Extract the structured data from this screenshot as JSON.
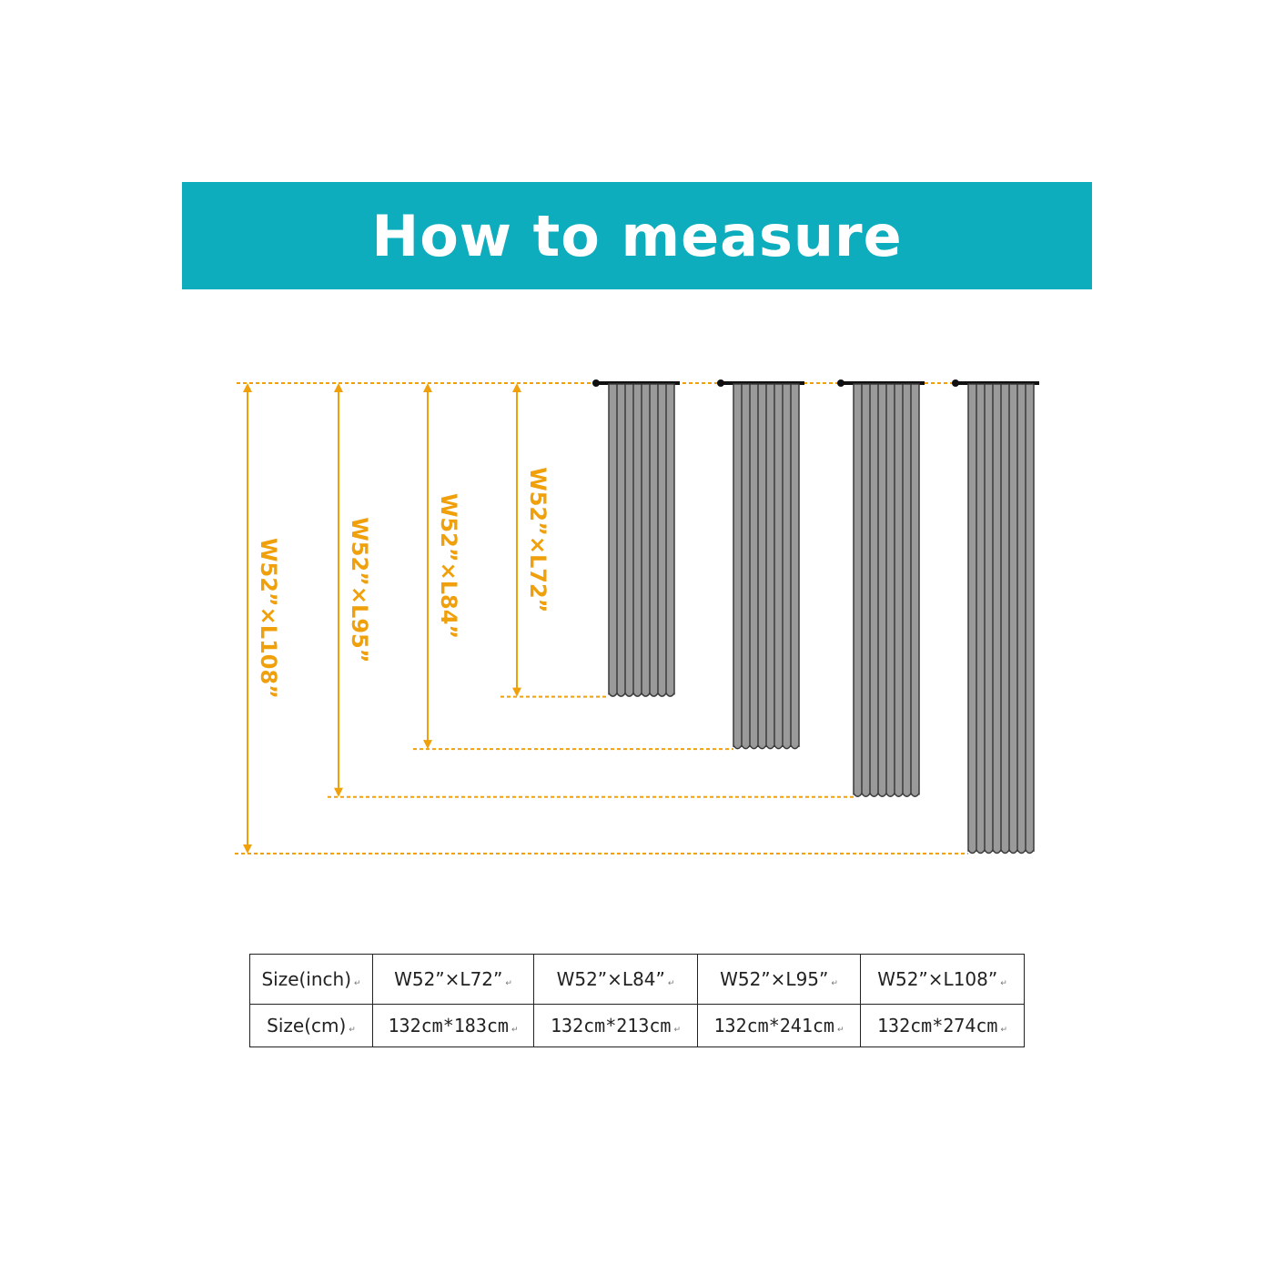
{
  "title": "How to measure",
  "colors": {
    "banner": "#0eadbe",
    "accent": "#f0a00a",
    "curtain": "#9a9a9a",
    "curtain_outline": "#3a3a3a",
    "rod": "#111111"
  },
  "curtains": [
    {
      "label": "W52”×L72”",
      "length_in": 72
    },
    {
      "label": "W52”×L84”",
      "length_in": 84
    },
    {
      "label": "W52”×L95”",
      "length_in": 95
    },
    {
      "label": "W52”×L108”",
      "length_in": 108
    }
  ],
  "table": {
    "row_inch_header": "Size(inch)",
    "row_cm_header": "Size(cm)",
    "inch": [
      "W52”×L72”",
      "W52”×L84”",
      "W52”×L95”",
      "W52”×L108”"
    ],
    "cm": [
      "132cm*183cm",
      "132cm*213cm",
      "132cm*241cm",
      "132cm*274cm"
    ],
    "paragraph_mark": "↵"
  }
}
